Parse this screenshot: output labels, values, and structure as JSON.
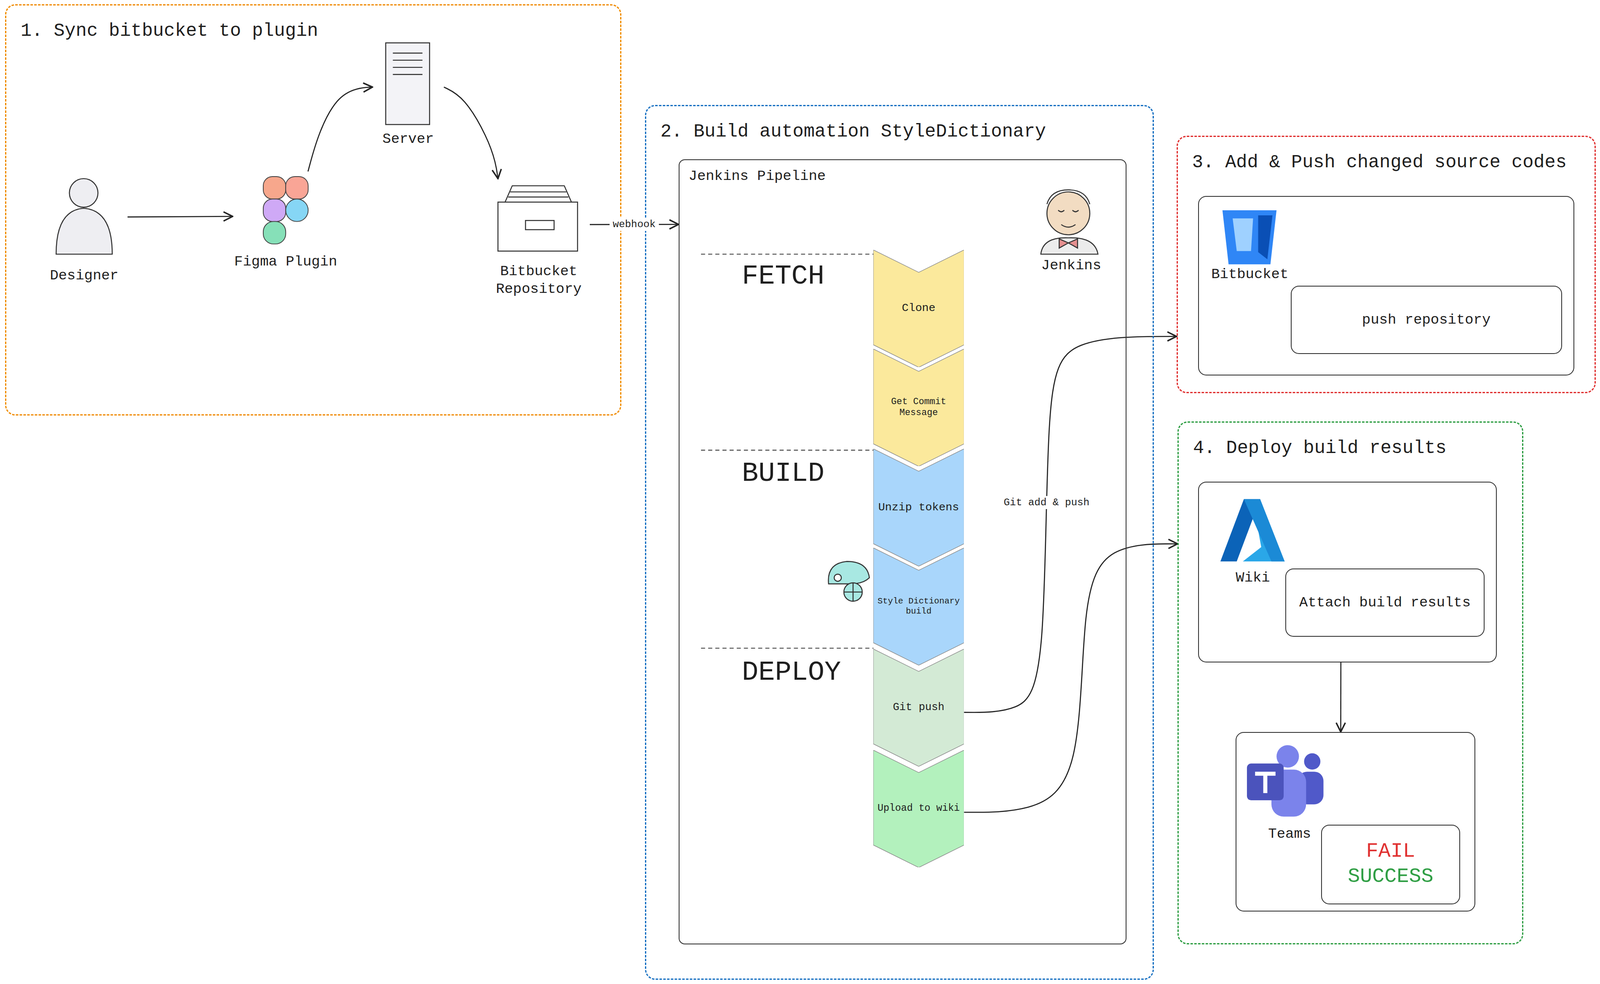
{
  "diagram": {
    "nodes": [
      {
        "text": [
          "1. Sync bitbucket to plugin"
        ]
      },
      {
        "text": [
          "Designer"
        ],
        "in": 0
      },
      {
        "text": [
          "Figma Plugin"
        ],
        "in": 0
      },
      {
        "text": [
          "Server"
        ],
        "in": 0
      },
      {
        "text": [
          "Bitbucket Repository"
        ],
        "in": 0
      },
      {
        "text": [
          "2. Build automation StyleDictionary"
        ]
      },
      {
        "text": [
          "Jenkins Pipeline"
        ],
        "in": 5
      },
      {
        "text": [
          "Jenkins"
        ],
        "in": 6
      },
      {
        "text": [
          "Clone"
        ],
        "in": 6
      },
      {
        "text": [
          "Get Commit Message"
        ],
        "in": 6
      },
      {
        "text": [
          "Unzip tokens"
        ],
        "in": 6
      },
      {
        "text": [
          "Style Dictionary build"
        ],
        "in": 6
      },
      {
        "text": [
          "Git push"
        ],
        "in": 6
      },
      {
        "text": [
          "Upload to wiki"
        ],
        "in": 6
      },
      {
        "text": [
          "3. Add & Push changed source codes"
        ]
      },
      {
        "text": [
          "Bitbucket"
        ],
        "in": 14
      },
      {
        "text": [
          "push repository"
        ],
        "in": 15
      },
      {
        "text": [
          "4. Deploy build results"
        ]
      },
      {
        "text": [
          "Wiki"
        ],
        "in": 17
      },
      {
        "text": [
          "Attach build results"
        ],
        "in": 18
      },
      {
        "text": [
          "Teams"
        ],
        "in": 17
      },
      {
        "text": [
          "FAIL",
          "SUCCESS"
        ],
        "in": 20
      }
    ],
    "edges": [
      {
        "from": 1,
        "to": 2,
        "arrow": "to"
      },
      {
        "from": 2,
        "to": 3,
        "arrow": "to"
      },
      {
        "from": 3,
        "to": 4,
        "arrow": "to"
      },
      {
        "from": 4,
        "to": 6,
        "label": "webhook",
        "arrow": "to"
      },
      {
        "from": 12,
        "to": 14,
        "label": "Git add & push",
        "arrow": "to"
      },
      {
        "from": 13,
        "to": 17,
        "arrow": "to"
      },
      {
        "from": 18,
        "to": 20,
        "arrow": "to"
      }
    ],
    "labels": [
      "FETCH",
      "BUILD",
      "DEPLOY"
    ]
  }
}
